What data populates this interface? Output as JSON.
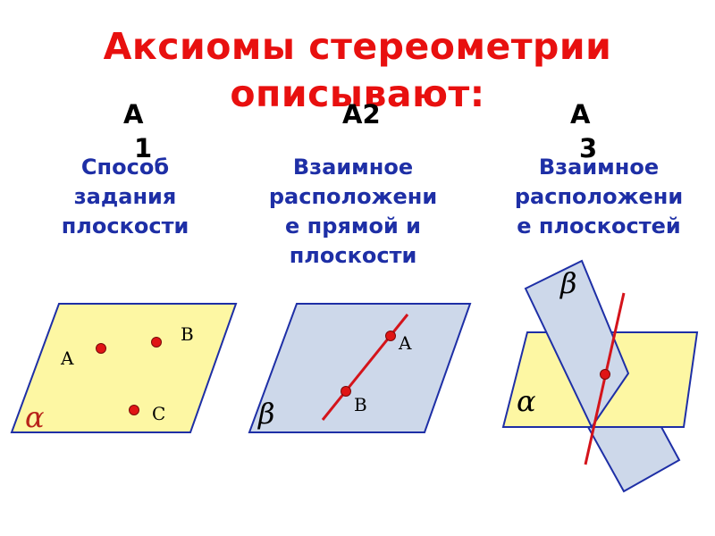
{
  "title": {
    "line1": "Аксиомы стереометрии",
    "line2": "описывают:"
  },
  "axioms": [
    {
      "label_line1": "А",
      "label_line2": "1",
      "description": [
        "Способ",
        "задания",
        "плоскости"
      ]
    },
    {
      "label_line1": "А2",
      "label_line2": "",
      "description": [
        "Взаимное",
        "расположени",
        "е прямой и",
        "плоскости"
      ]
    },
    {
      "label_line1": "А",
      "label_line2": "3",
      "description": [
        "Взаимное",
        "расположени",
        "е плоскостей"
      ]
    }
  ],
  "figures": {
    "figure1": {
      "plane_label": "α",
      "points": [
        "A",
        "B",
        "C"
      ]
    },
    "figure2": {
      "plane_label": "β",
      "points": [
        "A",
        "B"
      ]
    },
    "figure3": {
      "plane_label_front": "α",
      "plane_label_back": "β"
    }
  },
  "colors": {
    "title": "#e8100f",
    "description": "#1e2fa6",
    "plane_yellow": "#fdf7a3",
    "plane_blue": "#cdd8ea",
    "line_red": "#d4141b",
    "alpha_label": "#b8231a"
  }
}
